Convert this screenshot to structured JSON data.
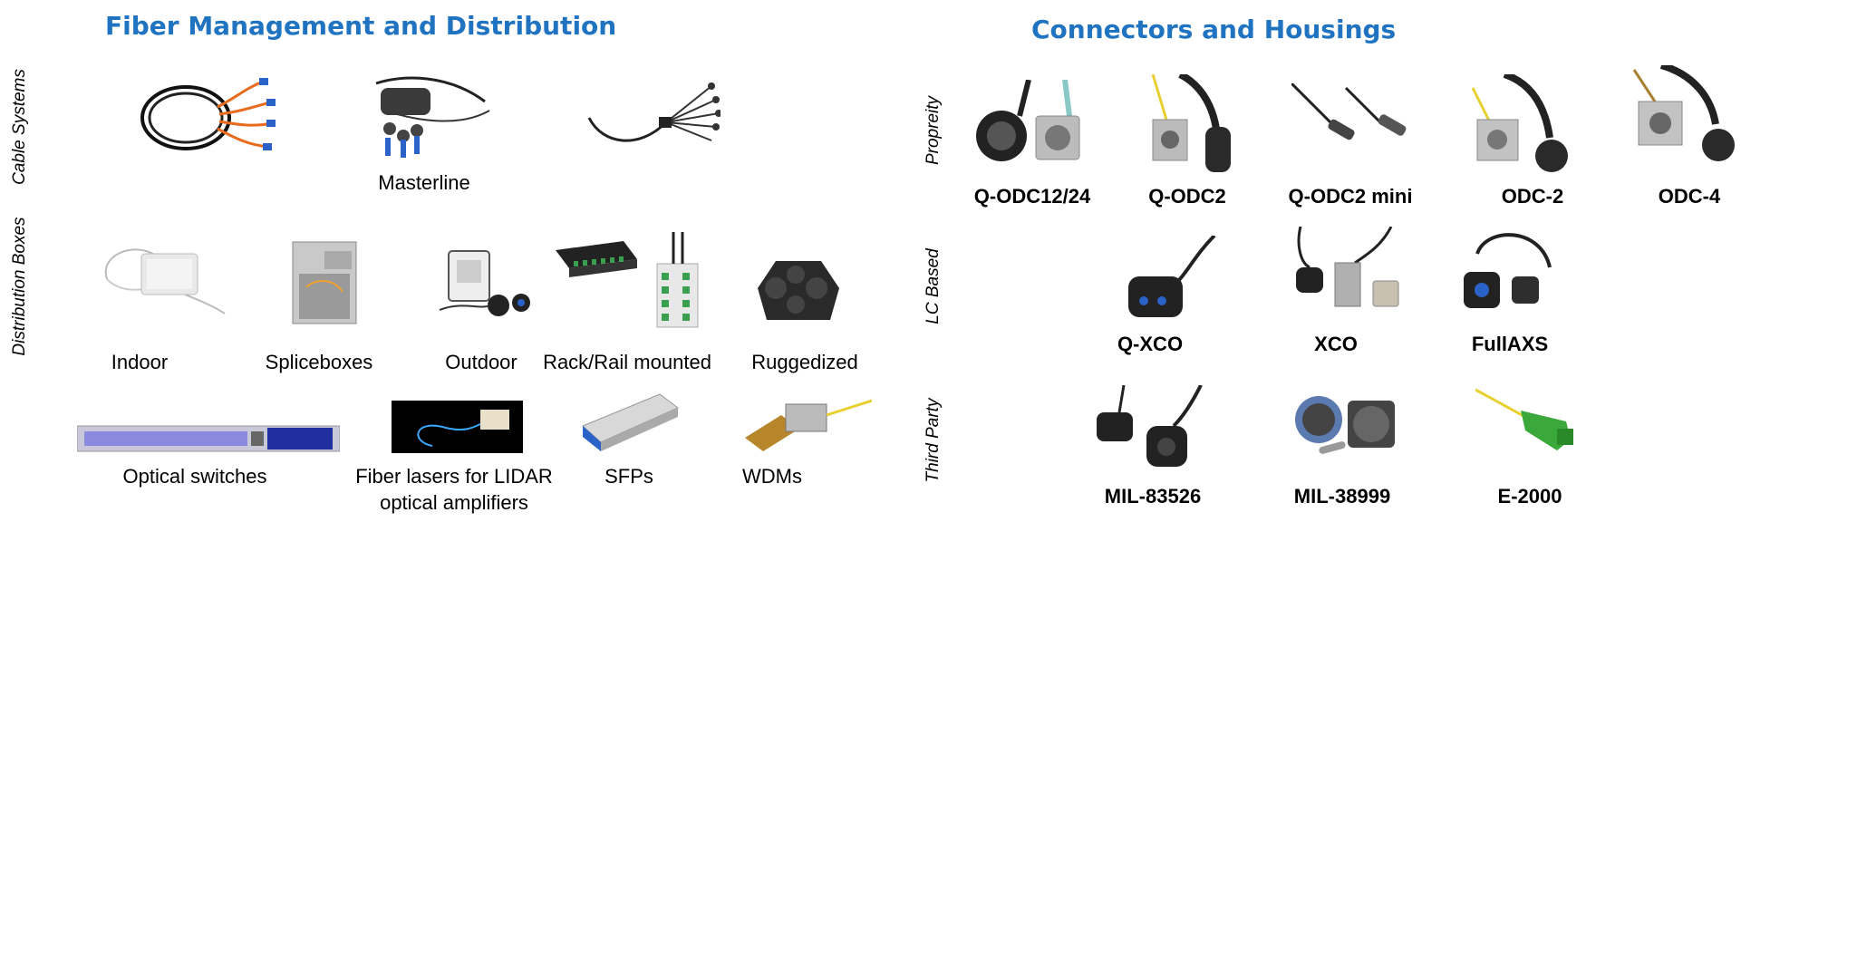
{
  "left": {
    "title": "Fiber Management and Distribution",
    "rows": {
      "cable_systems": "Cable Systems",
      "distribution_boxes": "Distribution Boxes"
    },
    "captions": {
      "masterline": "Masterline",
      "indoor": "Indoor",
      "spliceboxes": "Spliceboxes",
      "outdoor": "Outdoor",
      "rack_rail": "Rack/Rail mounted",
      "ruggedized": "Ruggedized",
      "optical_switches": "Optical switches",
      "fiber_lasers_1": "Fiber lasers for LIDAR",
      "fiber_lasers_2": "optical amplifiers",
      "sfps": "SFPs",
      "wdms": "WDMs"
    }
  },
  "right": {
    "title": "Connectors and Housings",
    "rows": {
      "propreity": "Propreity",
      "lc_based": "LC Based",
      "third_party": "Third Party"
    },
    "captions": {
      "q_odc12_24": "Q-ODC12/24",
      "q_odc2": "Q-ODC2",
      "q_odc2_mini": "Q-ODC2 mini",
      "odc2": "ODC-2",
      "odc4": "ODC-4",
      "q_xco": "Q-XCO",
      "xco": "XCO",
      "fullaxs": "FullAXS",
      "mil_83526": "MIL-83526",
      "mil_38999": "MIL-38999",
      "e2000": "E-2000"
    }
  }
}
